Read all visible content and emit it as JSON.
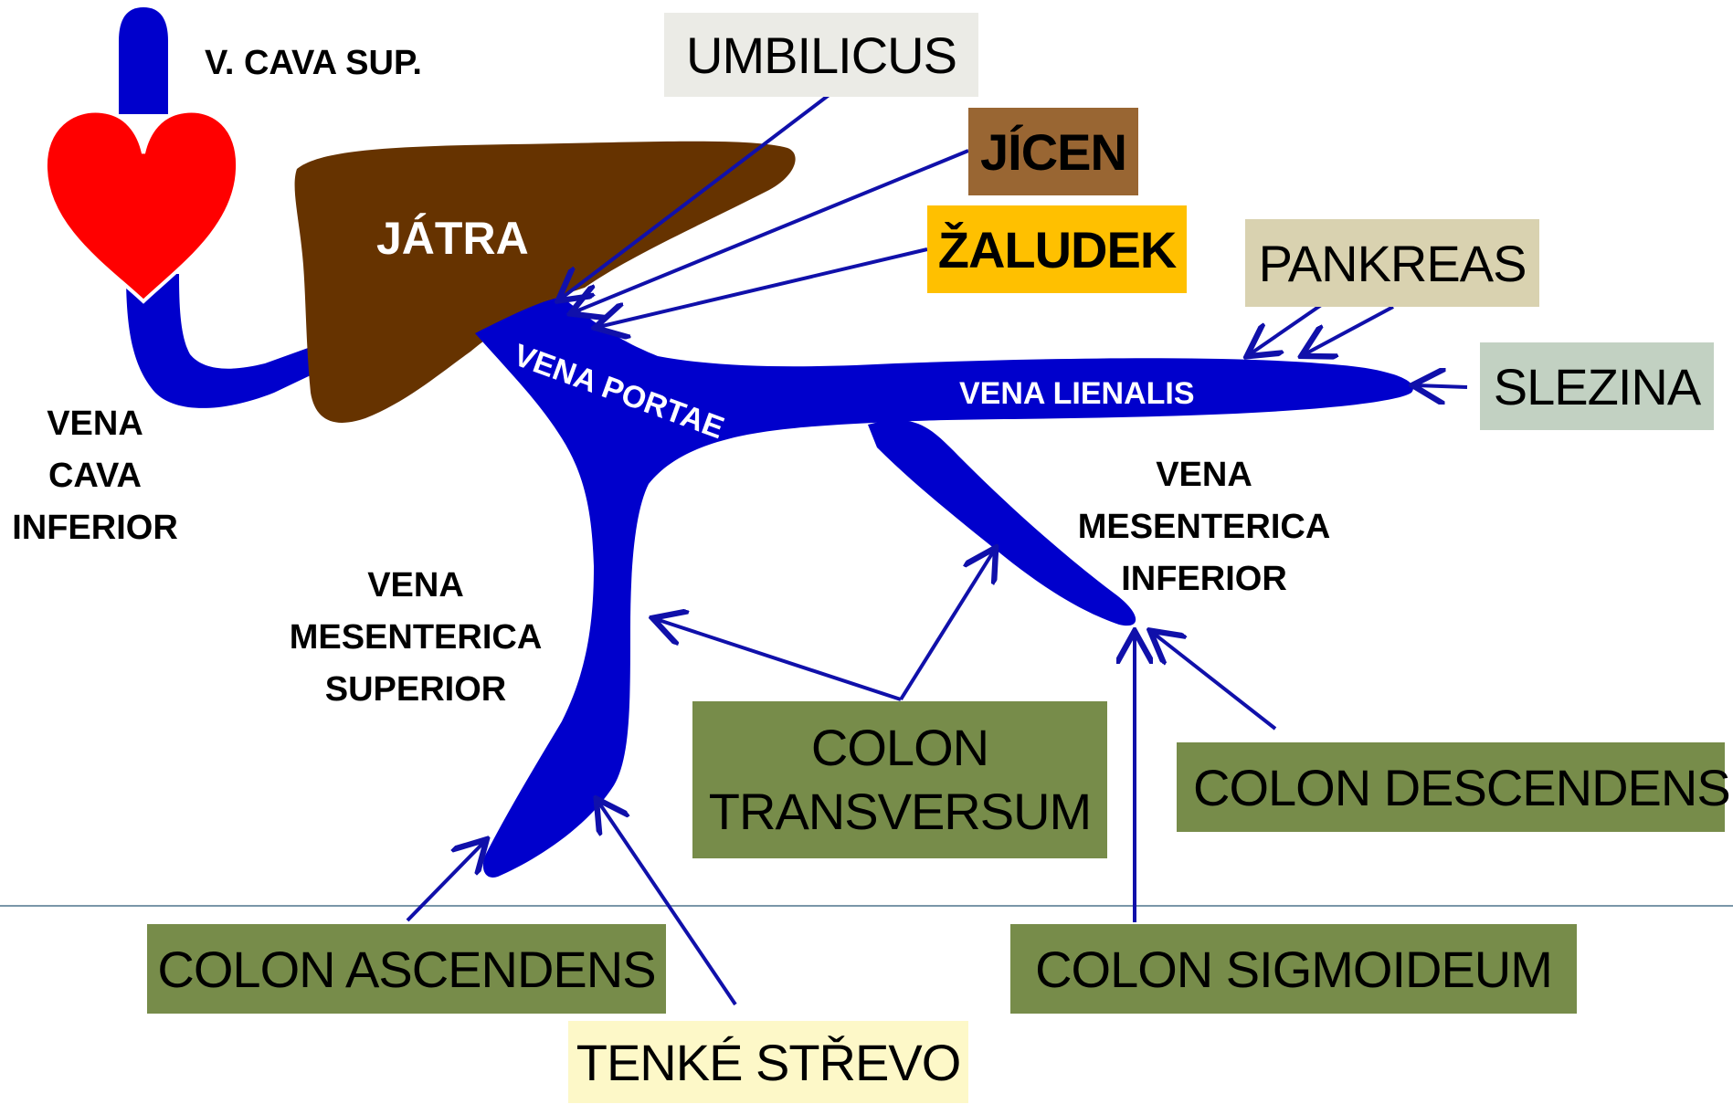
{
  "colors": {
    "vein": "#0000cc",
    "liver": "#663300",
    "heart": "#ff0000",
    "arrow": "#1010aa",
    "colon_box": "#778c4a",
    "umbilicus_box": "#ebebe6",
    "jicen_box": "#996633",
    "zaludek_box": "#ffc000",
    "pankreas_box": "#d9d2b0",
    "slezina_box": "#c2d1c2",
    "tenke_box": "#fdf8c8",
    "baseline": "#7a96a8"
  },
  "labels": {
    "v_cava_sup": "V. CAVA SUP.",
    "jatra": "JÁTRA",
    "vena_cava_inferior": [
      "VENA",
      "CAVA",
      "INFERIOR"
    ],
    "vena_portae": "VENA PORTAE",
    "vena_lienalis": "VENA LIENALIS",
    "vena_mesenterica_superior": [
      "VENA",
      "MESENTERICA",
      "SUPERIOR"
    ],
    "vena_mesenterica_inferior": [
      "VENA",
      "MESENTERICA",
      "INFERIOR"
    ]
  },
  "boxes": {
    "umbilicus": "UMBILICUS",
    "jicen": "JÍCEN",
    "zaludek": "ŽALUDEK",
    "pankreas": "PANKREAS",
    "slezina": "SLEZINA",
    "colon_transversum": [
      "COLON",
      "TRANSVERSUM"
    ],
    "colon_descendens": "COLON DESCENDENS",
    "colon_ascendens": "COLON ASCENDENS",
    "colon_sigmoideum": "COLON SIGMOIDEUM",
    "tenke_strevo": "TENKÉ STŘEVO"
  },
  "icons": [
    "heart-icon",
    "liver-shape",
    "portal-vein-shape"
  ]
}
